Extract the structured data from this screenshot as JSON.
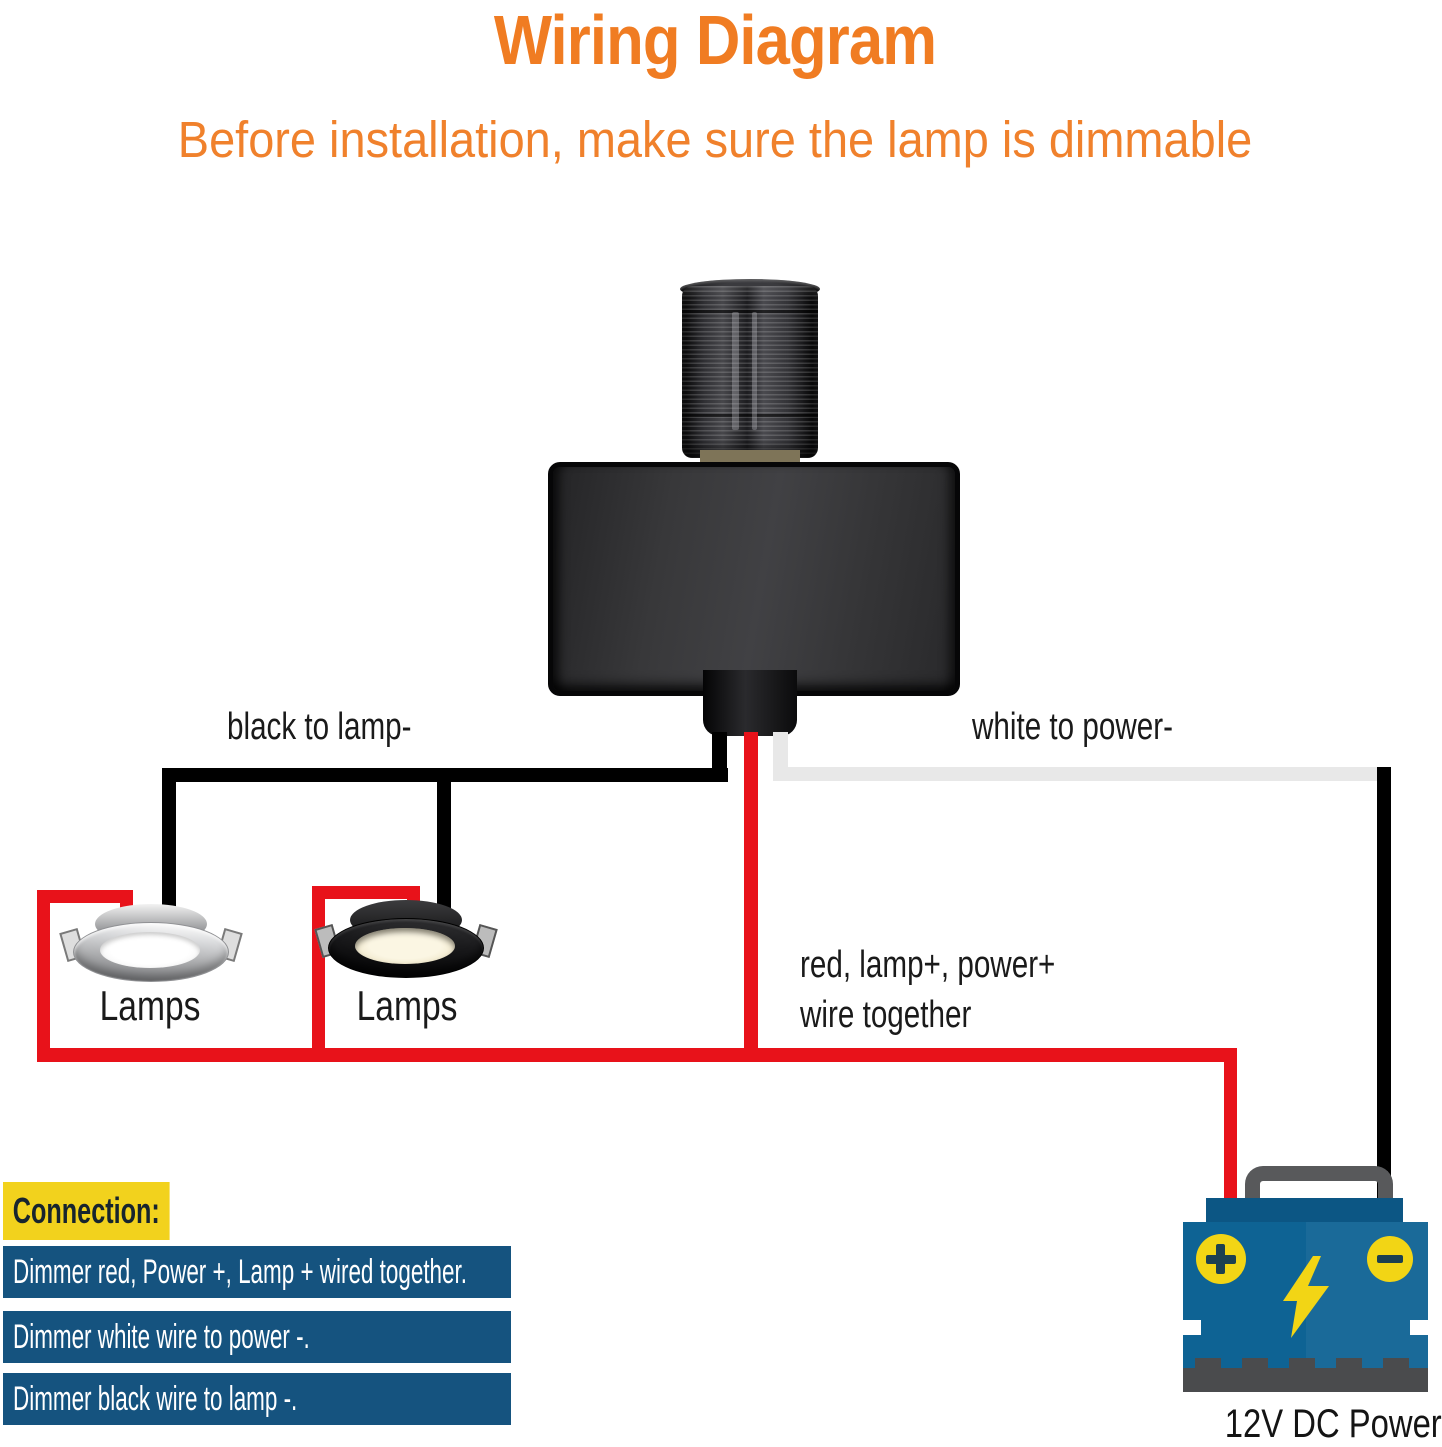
{
  "header": {
    "title": "Wiring Diagram",
    "subtitle": "Before installation, make sure the lamp is dimmable"
  },
  "wire_labels": {
    "black": "black to lamp-",
    "white": "white to power-",
    "red_line1": "red, lamp+, power+",
    "red_line2": "wire together"
  },
  "lamps": {
    "lamp1_label": "Lamps",
    "lamp2_label": "Lamps"
  },
  "battery": {
    "label": "12V DC Power",
    "plus_icon": "+",
    "minus_icon": "-",
    "lightning_icon": "lightning-bolt"
  },
  "connection": {
    "heading": "Connection:",
    "notes": [
      "Dimmer red, Power +, Lamp + wired together.",
      "Dimmer white wire to power -.",
      "Dimmer black wire to lamp -."
    ]
  },
  "colors": {
    "accent_orange": "#F07C22",
    "wire_red": "#E8121A",
    "wire_black": "#000000",
    "wire_white": "#E8E8E8",
    "note_blue": "#15537F",
    "highlight_yellow": "#F2D21D",
    "battery_blue": "#0E6394",
    "battery_yellow": "#F2D515"
  }
}
